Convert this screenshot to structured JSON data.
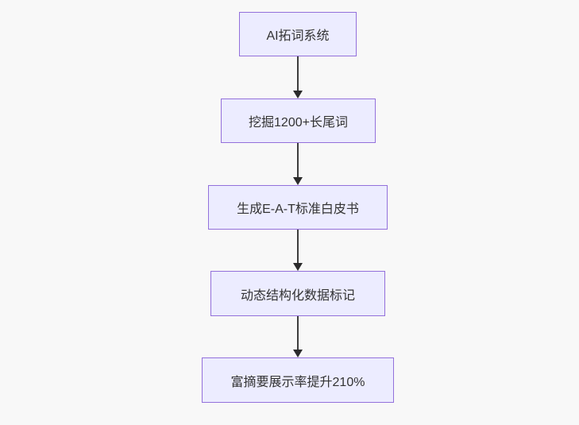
{
  "diagram": {
    "type": "flowchart",
    "direction": "top-down",
    "nodes": [
      {
        "id": "step-1",
        "label": "AI拓词系统"
      },
      {
        "id": "step-2",
        "label": "挖掘1200+长尾词"
      },
      {
        "id": "step-3",
        "label": "生成E-A-T标准白皮书"
      },
      {
        "id": "step-4",
        "label": "动态结构化数据标记"
      },
      {
        "id": "step-5",
        "label": "富摘要展示率提升210%"
      }
    ],
    "edges": [
      {
        "from": "step-1",
        "to": "step-2",
        "style": "arrow-down"
      },
      {
        "from": "step-2",
        "to": "step-3",
        "style": "arrow-down"
      },
      {
        "from": "step-3",
        "to": "step-4",
        "style": "arrow-down"
      },
      {
        "from": "step-4",
        "to": "step-5",
        "style": "arrow-down"
      }
    ],
    "colors": {
      "node_fill": "#ECECFF",
      "node_border": "#9370DB",
      "node_text": "#333333",
      "arrow": "#333333",
      "background": "#f8f8f8"
    }
  }
}
